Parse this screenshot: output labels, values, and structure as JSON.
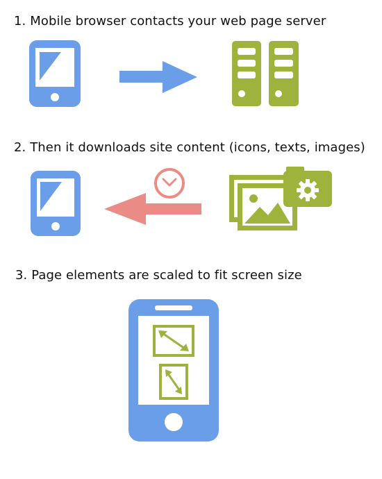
{
  "steps": [
    {
      "title": "1. Mobile browser contacts your web page server"
    },
    {
      "title": "2. Then it downloads site content (icons, texts, images)"
    },
    {
      "title": "3. Page elements are scaled to fit screen size"
    }
  ],
  "colors": {
    "blue": "#6b9ee8",
    "green": "#9db33b",
    "red": "#ea8b85",
    "text": "#111111"
  },
  "icons": {
    "step1": [
      "phone-icon",
      "arrow-right-icon",
      "server-icon"
    ],
    "step2": [
      "phone-icon",
      "arrow-left-icon",
      "clock-icon",
      "images-icon",
      "settings-icon"
    ],
    "step3": [
      "phone-icon",
      "resize-landscape-icon",
      "resize-portrait-icon"
    ]
  }
}
